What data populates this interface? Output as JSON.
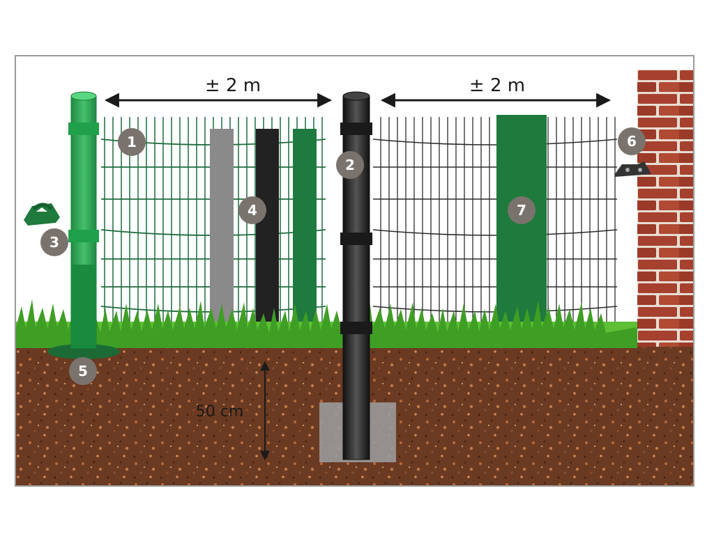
{
  "dimensions": {
    "span_left": "± 2 m",
    "span_right": "± 2 m",
    "depth": "50 cm"
  },
  "markers": [
    {
      "id": "1"
    },
    {
      "id": "2"
    },
    {
      "id": "3"
    },
    {
      "id": "4"
    },
    {
      "id": "5"
    },
    {
      "id": "6"
    },
    {
      "id": "7"
    }
  ],
  "colors": {
    "marker_bg": "#7a736d",
    "marker_text": "#ffffff",
    "soil": "#6b3a22",
    "grass": "#4caf2a",
    "panel_green": "#1e6b3c",
    "panel_dark": "#2b2b2b",
    "post_green": "#2faa55",
    "post_black": "#262626",
    "brick": "#a5412e",
    "concrete": "#9a9a9a",
    "arrow": "#1a1a1a"
  }
}
